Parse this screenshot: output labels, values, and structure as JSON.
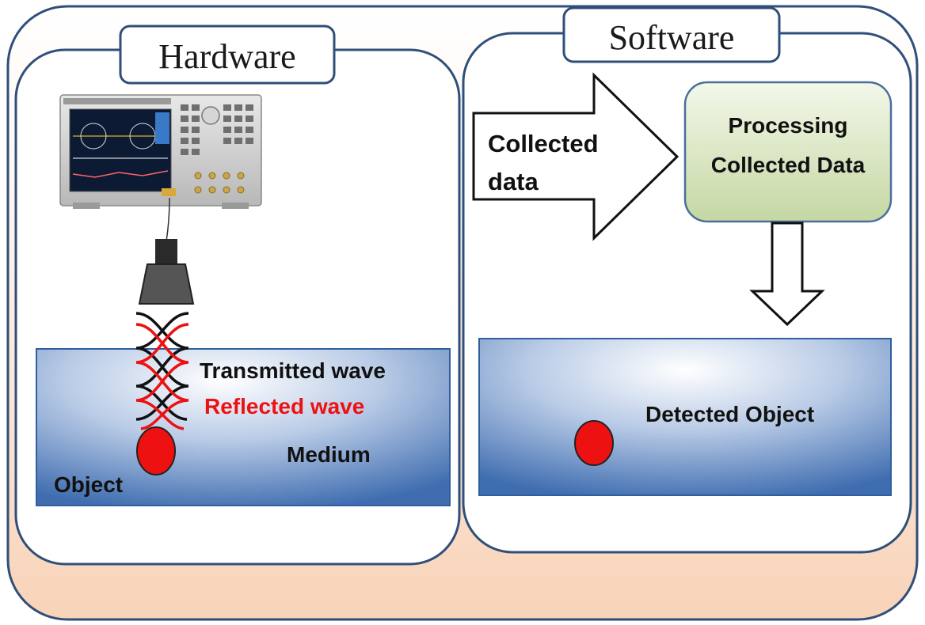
{
  "hardware": {
    "title": "Hardware",
    "transmitted_label": "Transmitted wave",
    "reflected_label": "Reflected wave",
    "medium_label": "Medium",
    "object_label": "Object"
  },
  "software": {
    "title": "Software",
    "arrow_label_line1": "Collected",
    "arrow_label_line2": "data",
    "processing_line1": "Processing",
    "processing_line2": "Collected Data",
    "detected_label": "Detected Object"
  },
  "colors": {
    "outer_fill": "#fadbc6",
    "panel_border": "#2f4f7a",
    "medium_dark": "#3f6db0",
    "medium_light": "#ffffff",
    "object_red": "#ee1111",
    "reflected_red": "#ee1111",
    "process_fill_top": "#f1f6e6",
    "process_fill_bottom": "#c7d8a6",
    "process_border": "#4a6f9c",
    "antenna_gray": "#555555"
  },
  "icons": {
    "instrument": "network-analyzer-icon",
    "antenna": "horn-antenna-icon"
  }
}
